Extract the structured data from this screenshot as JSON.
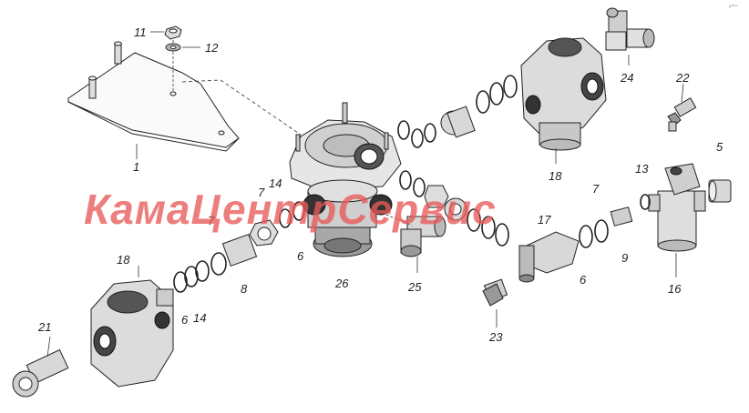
{
  "watermark": "КамаЦентрСервис",
  "corner_code": "p²⁰¹⁶⁶",
  "labels": {
    "l1": "1",
    "l11": "11",
    "l12": "12",
    "l14a": "14",
    "l7a": "7",
    "l7b": "7",
    "l6a": "6",
    "l26": "26",
    "l25": "25",
    "l17": "17",
    "l7c": "7",
    "l13": "13",
    "l5": "5",
    "l22": "22",
    "l24": "24",
    "l18a": "18",
    "l9": "9",
    "l16": "16",
    "l6b": "6",
    "l23": "23",
    "l8": "8",
    "l14b": "14",
    "l6c": "6",
    "l18b": "18",
    "l21": "21"
  }
}
